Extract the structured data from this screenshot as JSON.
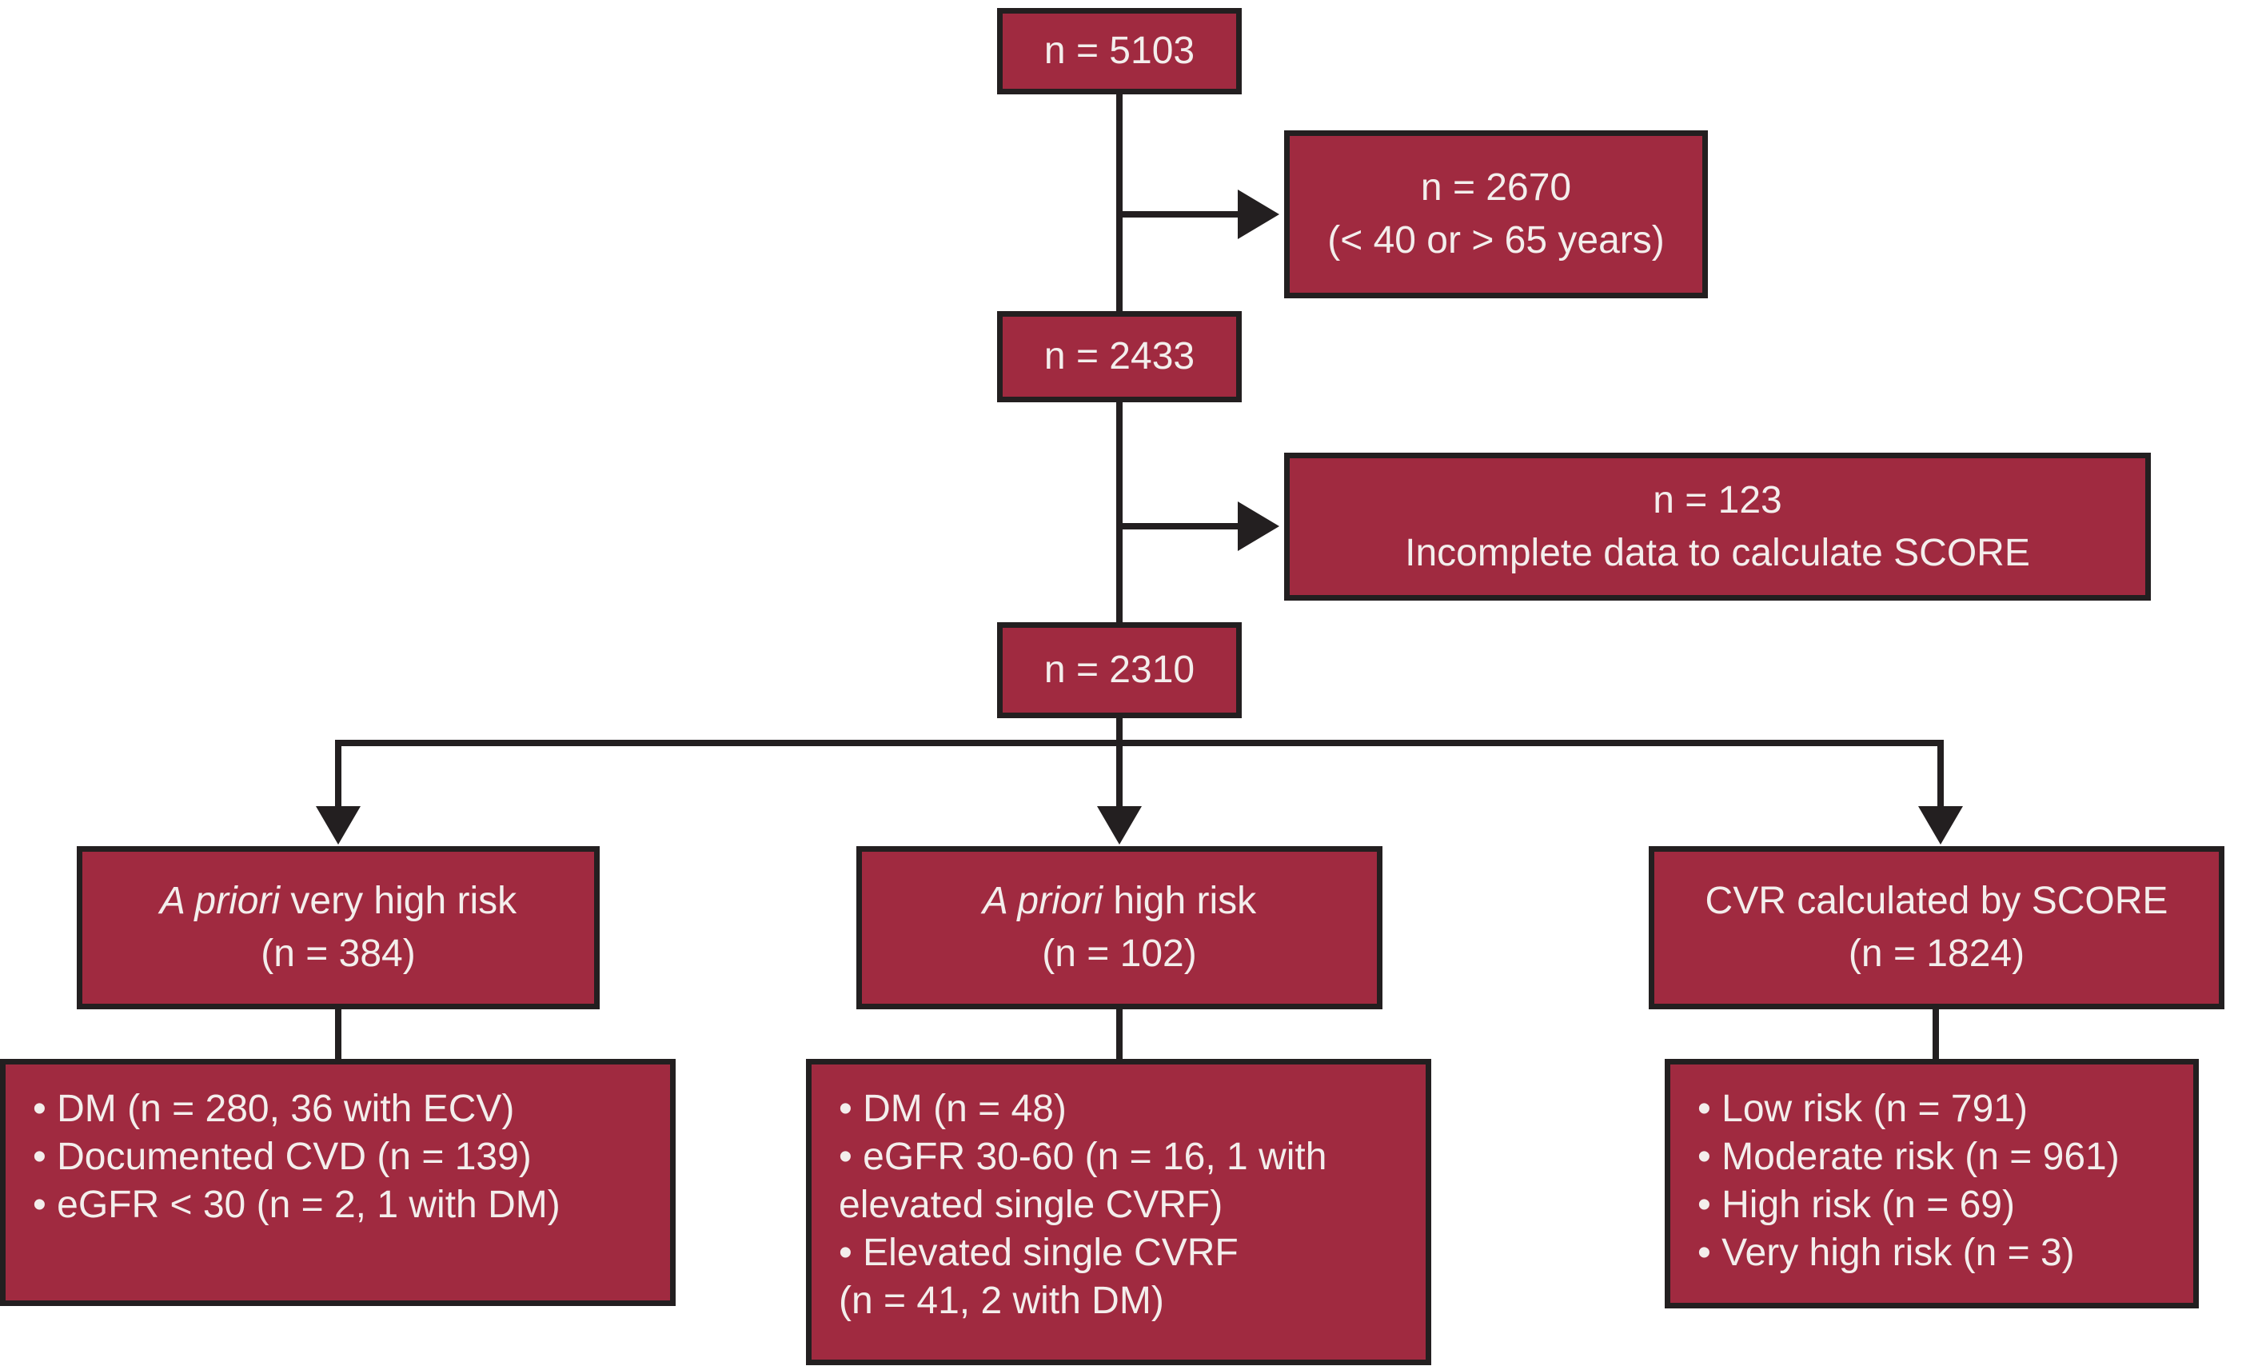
{
  "diagram": {
    "colors": {
      "box_fill": "#A02A40",
      "box_border": "#231F20",
      "line": "#231F20",
      "text": "#F3EEEC",
      "background": "#FFFFFF"
    },
    "nodes": {
      "total": {
        "label": "n = 5103"
      },
      "excluded_age": {
        "line1": "n = 2670",
        "line2": "(< 40 or > 65 years)"
      },
      "after_age": {
        "label": "n = 2433"
      },
      "excluded_score": {
        "line1": "n = 123",
        "line2": "Incomplete data to calculate SCORE"
      },
      "analyzed": {
        "label": "n = 2310"
      },
      "branch_very_high": {
        "title_italic": "A priori",
        "title_rest": " very high risk",
        "subtitle": "(n = 384)"
      },
      "branch_high": {
        "title_italic": "A priori",
        "title_rest": " high risk",
        "subtitle": "(n = 102)"
      },
      "branch_score": {
        "title": "CVR calculated by SCORE",
        "subtitle": "(n = 1824)"
      },
      "details_very_high": {
        "lines": [
          "• DM (n = 280, 36 with ECV)",
          "• Documented CVD (n = 139)",
          "• eGFR < 30 (n = 2, 1 with DM)"
        ]
      },
      "details_high": {
        "lines": [
          "• DM (n = 48)",
          "• eGFR 30-60 (n = 16, 1 with",
          "elevated single CVRF)",
          "• Elevated single CVRF",
          "(n = 41, 2 with DM)"
        ]
      },
      "details_score": {
        "lines": [
          "• Low risk (n = 791)",
          "• Moderate risk (n = 961)",
          "• High risk (n = 69)",
          "• Very high risk (n = 3)"
        ]
      }
    }
  }
}
